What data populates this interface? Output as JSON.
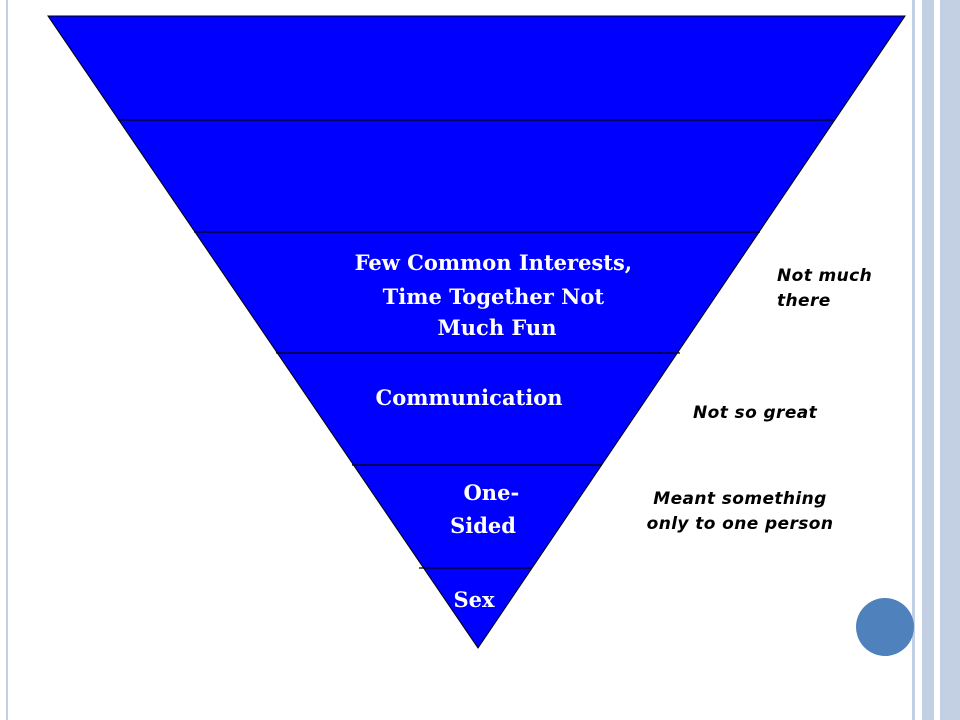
{
  "colors": {
    "pyramid_fill": "#0000ff",
    "divider": "#000000",
    "label_text": "#ffffff",
    "note_text": "#000000",
    "accent_circle": "#4f81bd",
    "frame_rules": "#c3cfe2"
  },
  "pyramid": {
    "layers": [
      {
        "lines": []
      },
      {
        "lines": []
      },
      {
        "lines": [
          "Few Common Interests,",
          "Time Together Not",
          "Much Fun"
        ]
      },
      {
        "lines": [
          "Communication"
        ]
      },
      {
        "lines": [
          "One-",
          "Sided"
        ]
      },
      {
        "lines": [
          "Sex"
        ]
      }
    ]
  },
  "notes": {
    "not_much_there": [
      "Not much",
      "there"
    ],
    "not_so_great": [
      "Not so great"
    ],
    "meant_something": [
      "Meant something",
      "only to one person"
    ]
  },
  "decorations": {
    "circle_icon": "filled-circle-icon"
  }
}
